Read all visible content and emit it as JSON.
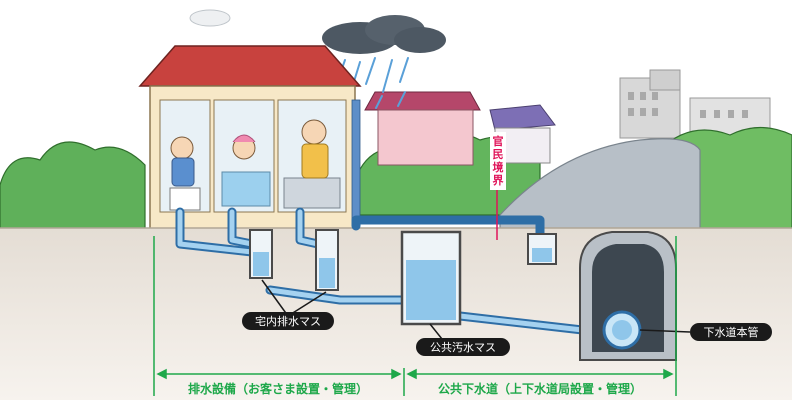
{
  "labels": {
    "inhouse_drain_box": "宅内排水マス",
    "public_sewage_box": "公共汚水マス",
    "sewer_main": "下水道本管",
    "boundary_chars": [
      "官",
      "民",
      "境",
      "界"
    ]
  },
  "brackets": {
    "left": "排水設備（お客さま設置・管理）",
    "right": "公共下水道（上下水道局設置・管理）"
  },
  "colors": {
    "ground": "#d9d0c6",
    "pipe": "#7fb4dc",
    "boundary": "#e0145a",
    "bracket": "#1ea84a",
    "pill": "#1a1a1a"
  }
}
